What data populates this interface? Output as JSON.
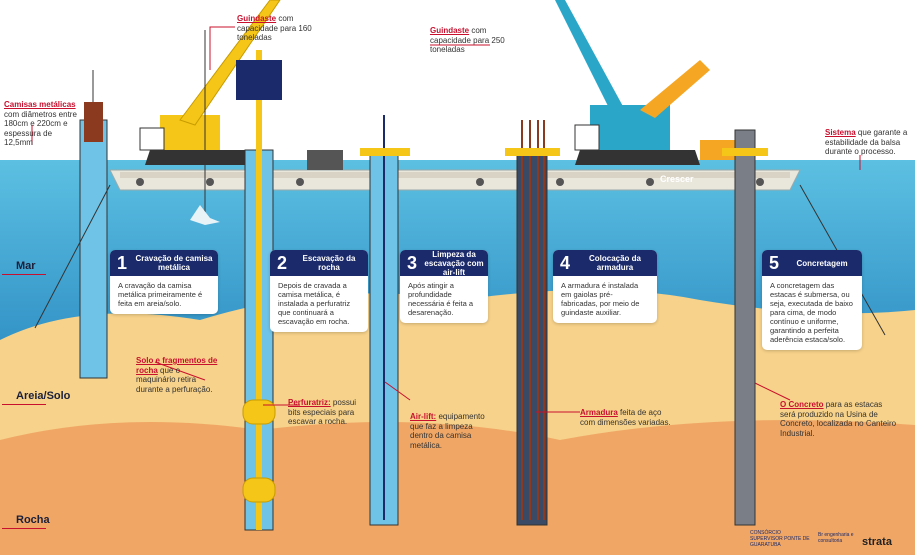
{
  "layers": {
    "mar": "Mar",
    "areia": "Areia/Solo",
    "rocha": "Rocha"
  },
  "labels": {
    "guindaste160_title": "Guindaste",
    "guindaste160_text": "com capacidade para 160 toneladas",
    "guindaste250_title": "Guindaste",
    "guindaste250_text": "com capacidade para 250 toneladas",
    "camisas_title": "Camisas metálicas",
    "camisas_text": "com diâmetros entre 180cm e 220cm e espessura de 12,5mm",
    "sistema_title": "Sistema",
    "sistema_text": "que garante a estabilidade da balsa durante o processo.",
    "solo_title": "Solo e fragmentos de rocha",
    "solo_text": "que o maquinário retira durante a perfuração.",
    "perfuratriz_title": "Perfuratriz:",
    "perfuratriz_text": "possui bits especiais para escavar a rocha.",
    "airlift_title": "Air-lift:",
    "airlift_text": "equipamento que faz a limpeza dentro da camisa metálica.",
    "armadura_title": "Armadura",
    "armadura_text": "feita de aço com dimensões variadas.",
    "concreto_title": "O Concreto",
    "concreto_text": "para as estacas será produzido na Usina de Concreto, localizada no Canteiro Industrial.",
    "barge_name": "Crescer"
  },
  "steps": [
    {
      "num": "1",
      "title": "Cravação de camisa metálica",
      "text": "A cravação da camisa metálica primeiramente é feita em areia/solo."
    },
    {
      "num": "2",
      "title": "Escavação da rocha",
      "text": "Depois de cravada a camisa metálica, é instalada a perfuratriz que continuará a escavação em rocha."
    },
    {
      "num": "3",
      "title": "Limpeza da escavação com air-lift",
      "text": "Após atingir a profundidade necessária é feita a desarenação."
    },
    {
      "num": "4",
      "title": "Colocação da armadura",
      "text": "A armadura é instalada em gaiolas pré-fabricadas, por meio de guindaste auxiliar."
    },
    {
      "num": "5",
      "title": "Concretagem",
      "text": "A concretagem das estacas é submersa, ou seja, executada de baixo para cima, de modo contínuo e uniforme, garantindo a perfeita aderência estaca/solo."
    }
  ],
  "logos": {
    "consorcio": "CONSÓRCIO SUPERVISOR PONTE DE GUARATUBA",
    "br": "Br engenharia e consultoria",
    "strata": "strata"
  },
  "colors": {
    "sky": "#ffffff",
    "sea": "#4fb3d9",
    "sand": "#f7d28a",
    "rock": "#f0a766",
    "navy": "#1b2a6b",
    "accent": "#c8102e",
    "crane": "#f5c518",
    "crane2": "#2aa6c9"
  }
}
